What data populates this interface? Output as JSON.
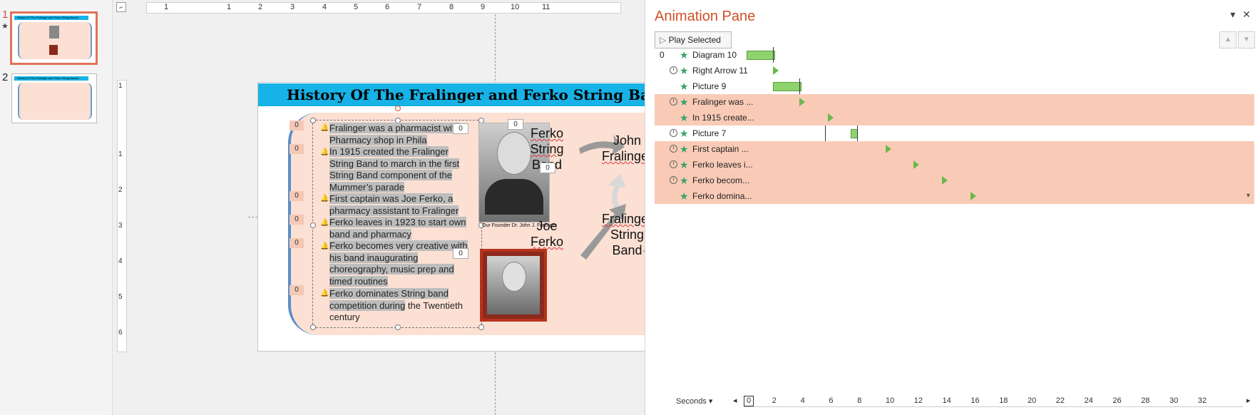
{
  "thumbnails": {
    "items": [
      {
        "number": "1",
        "title": "History Of The Fralinger and Ferko String Bands",
        "marker": "★"
      },
      {
        "number": "2",
        "title": "History Of The Fralinger and Ferko String Bands"
      }
    ]
  },
  "ruler": {
    "corner_glyph": "⌐",
    "h_ticks": [
      "1",
      "1",
      "2",
      "3",
      "4",
      "5",
      "6",
      "7",
      "8",
      "9",
      "10",
      "11"
    ],
    "v_ticks": [
      "1",
      "1",
      "2",
      "3",
      "4",
      "5",
      "6"
    ]
  },
  "slide": {
    "title": "History Of The Fralinger and Ferko String Bands",
    "bullets": [
      {
        "tag": "0",
        "text": "Fralinger was a pharmacist with Pharmacy shop in Phila"
      },
      {
        "tag": "0",
        "text": "In 1915 created the Fralinger String Band to march in the first String Band component of the Mummer’s parade"
      },
      {
        "tag": "0",
        "text": "First captain was Joe Ferko, a pharmacy assistant to Fralinger"
      },
      {
        "tag": "0",
        "text": "Ferko leaves in 1923 to start own band and pharmacy"
      },
      {
        "tag": "0",
        "text": "Ferko becomes very creative with his band inaugurating choreography, music prep and timed routines"
      },
      {
        "tag": "0",
        "text_highlight": "Ferko dominates String band competition during",
        "text_plain": " the Twentieth century"
      }
    ],
    "text_tag_top": "0",
    "text_tag_mid": "0",
    "photo1_tag": "0",
    "photo1_caption": "Our Founder Dr. John J. Fralinger",
    "cycle_tag": "0",
    "cycle": {
      "top_left": [
        "Ferko",
        "String",
        "Band"
      ],
      "top_right": [
        "John",
        "Fralinger"
      ],
      "bottom_right": [
        "Fralinger",
        "String",
        "Band"
      ],
      "bottom_left": [
        "Joe",
        "Ferko"
      ]
    }
  },
  "animation_pane": {
    "title": "Animation Pane",
    "play_label": "Play Selected",
    "rows": [
      {
        "index": "0",
        "clock": false,
        "label": "Diagram 10",
        "selected": false
      },
      {
        "index": "",
        "clock": true,
        "label": "Right Arrow 11",
        "selected": false
      },
      {
        "index": "",
        "clock": false,
        "label": "Picture 9",
        "selected": false
      },
      {
        "index": "",
        "clock": true,
        "label": "Fralinger was ...",
        "selected": true
      },
      {
        "index": "",
        "clock": false,
        "label": "In 1915 create...",
        "selected": true
      },
      {
        "index": "",
        "clock": true,
        "label": "Picture 7",
        "selected": false
      },
      {
        "index": "",
        "clock": true,
        "label": "First captain ...",
        "selected": true
      },
      {
        "index": "",
        "clock": true,
        "label": "Ferko leaves i...",
        "selected": true
      },
      {
        "index": "",
        "clock": true,
        "label": "Ferko becom...",
        "selected": true
      },
      {
        "index": "",
        "clock": false,
        "label": "Ferko domina...",
        "selected": true
      }
    ],
    "timeline": {
      "unit_label": "Seconds",
      "ticks": [
        "0",
        "2",
        "4",
        "6",
        "8",
        "10",
        "12",
        "14",
        "16",
        "18",
        "20",
        "22",
        "24",
        "26",
        "28",
        "30",
        "32"
      ]
    }
  },
  "colors": {
    "title_bar": "#17b2e6",
    "panel": "#fbe0d3",
    "selection": "#f9cbb7",
    "accent_orange": "#d04f27",
    "effect_green": "#8fd36f"
  }
}
